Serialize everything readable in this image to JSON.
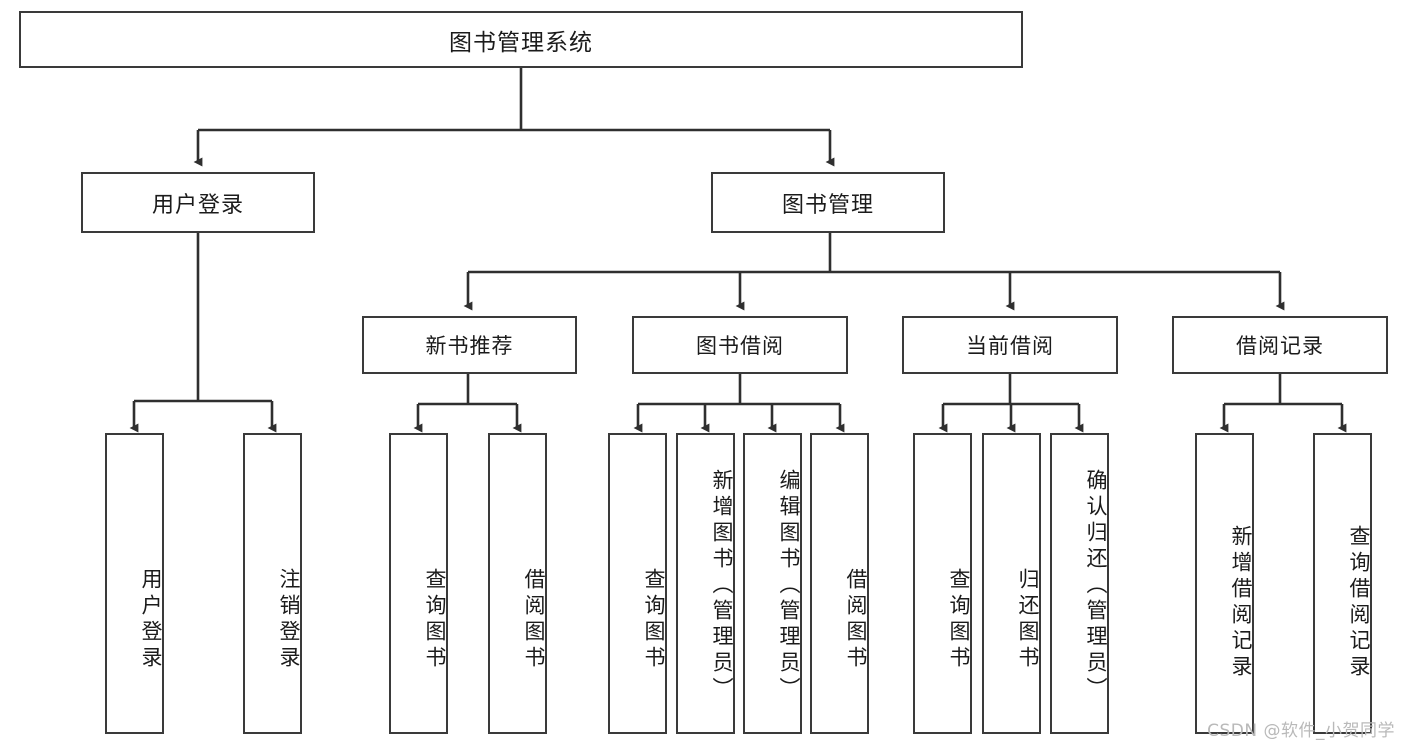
{
  "diagram": {
    "title": "图书管理系统",
    "type": "tree",
    "watermark": "CSDN @软件_小贺同学",
    "colors": {
      "box_border": "#3a3a3a",
      "box_fill": "#ffffff",
      "edge": "#2f2f2f",
      "text": "#1b1b1b",
      "watermark": "#b9b9b9"
    },
    "root": {
      "label": "图书管理系统"
    },
    "level2": [
      {
        "label": "用户登录"
      },
      {
        "label": "图书管理"
      }
    ],
    "level3": [
      {
        "label": "新书推荐"
      },
      {
        "label": "图书借阅"
      },
      {
        "label": "当前借阅"
      },
      {
        "label": "借阅记录"
      }
    ],
    "leaves": {
      "user_login": [
        {
          "label": "用户登录"
        },
        {
          "label": "注销登录"
        }
      ],
      "new_book_recommend": [
        {
          "label": "查询图书"
        },
        {
          "label": "借阅图书"
        }
      ],
      "book_borrow": [
        {
          "label": "查询图书"
        },
        {
          "label": "新增图书（管理员）"
        },
        {
          "label": "编辑图书（管理员）"
        },
        {
          "label": "借阅图书"
        }
      ],
      "current_borrow": [
        {
          "label": "查询图书"
        },
        {
          "label": "归还图书"
        },
        {
          "label": "确认归还（管理员）"
        }
      ],
      "borrow_record": [
        {
          "label": "新增借阅记录"
        },
        {
          "label": "查询借阅记录"
        }
      ]
    }
  }
}
